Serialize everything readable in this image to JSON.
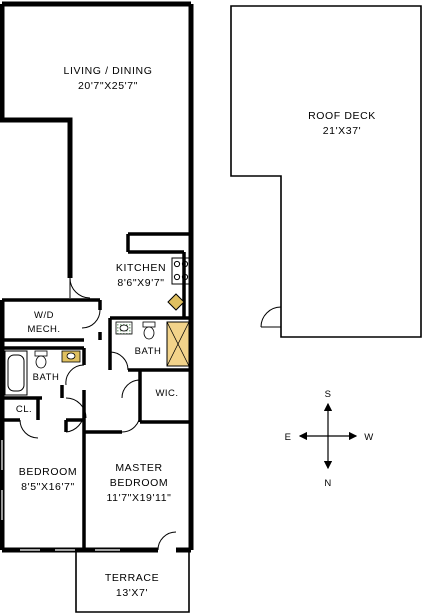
{
  "rooms": {
    "living_dining": {
      "name": "LIVING / DINING",
      "dims": "20'7\"X25'7\""
    },
    "kitchen": {
      "name": "KITCHEN",
      "dims": "8'6\"X9'7\""
    },
    "wd_mech": {
      "line1": "W/D",
      "line2": "MECH."
    },
    "bath_left": {
      "name": "BATH"
    },
    "bath_master": {
      "name": "BATH"
    },
    "closet": {
      "name": "CL."
    },
    "wic": {
      "name": "WIC."
    },
    "bedroom": {
      "name": "BEDROOM",
      "dims": "8'5\"X16'7\""
    },
    "master_bedroom": {
      "line1": "MASTER",
      "line2": "BEDROOM",
      "dims": "11'7\"X19'11\""
    },
    "terrace": {
      "name": "TERRACE",
      "dims": "13'X7'"
    },
    "roof_deck": {
      "name": "ROOF DECK",
      "dims": "21'X37'"
    }
  },
  "compass": {
    "top": "S",
    "bottom": "N",
    "left": "E",
    "right": "W"
  }
}
